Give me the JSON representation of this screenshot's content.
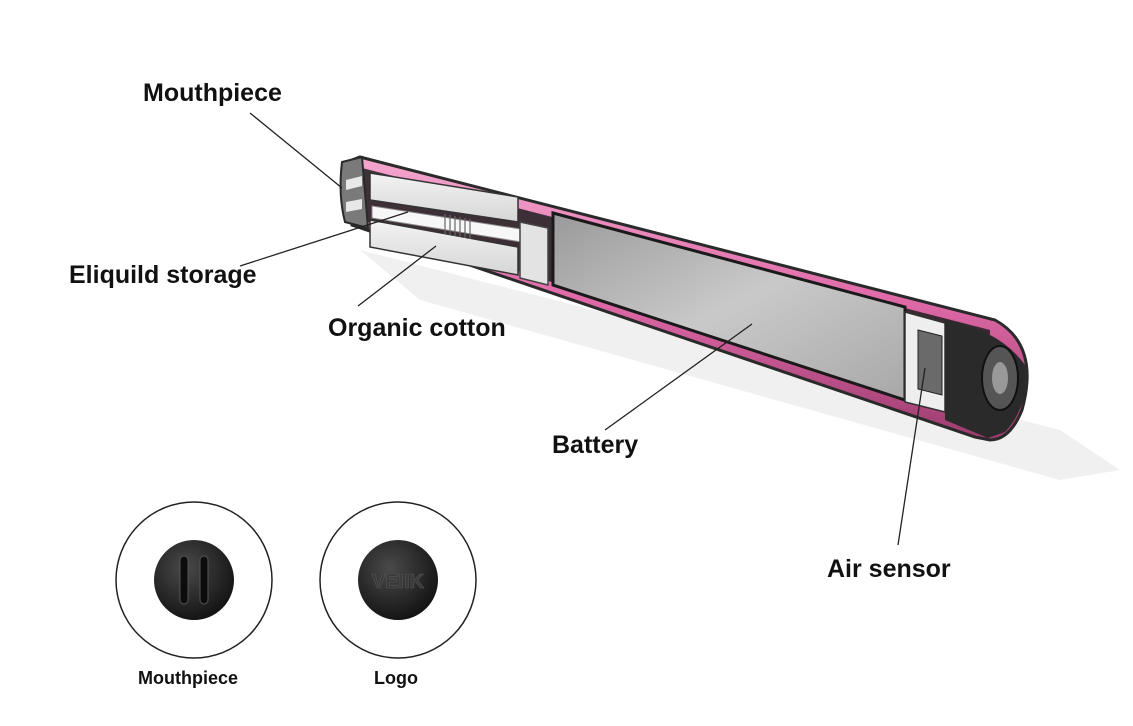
{
  "callouts": {
    "mouthpiece": "Mouthpiece",
    "eliquid_storage": "Eliquild storage",
    "organic_cotton": "Organic cotton",
    "battery": "Battery",
    "air_sensor": "Air sensor"
  },
  "details": {
    "mouthpiece_caption": "Mouthpiece",
    "logo_caption": "Logo",
    "logo_text": "VEIIK"
  },
  "colors": {
    "shell_pink": "#e06aa8",
    "battery_gray": "#b8b8b8",
    "end_cap_black": "#1a1a1a"
  }
}
